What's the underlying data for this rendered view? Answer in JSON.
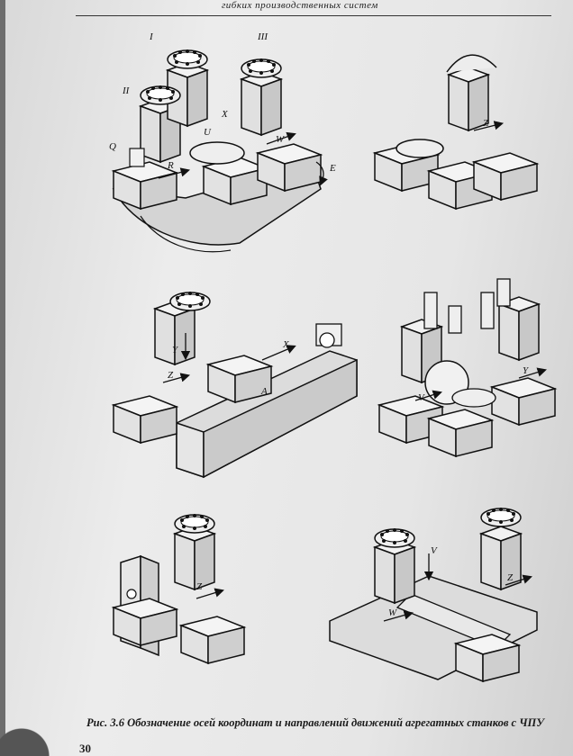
{
  "running_head": "гибких производственных систем",
  "caption": "Рис. 3.6 Обозначение осей координат и направлений движений агрегатных станков с ЧПУ",
  "page_number": "30",
  "labels": {
    "m1": [
      "I",
      "II",
      "III",
      "Q",
      "R",
      "W",
      "X",
      "E",
      "U"
    ],
    "m2": [
      "Z"
    ],
    "m3": [
      "Y",
      "X",
      "Z",
      "A"
    ],
    "m4": [
      "V",
      "Y"
    ],
    "m5": [
      "Z"
    ],
    "m6": [
      "V",
      "W",
      "Z"
    ]
  }
}
